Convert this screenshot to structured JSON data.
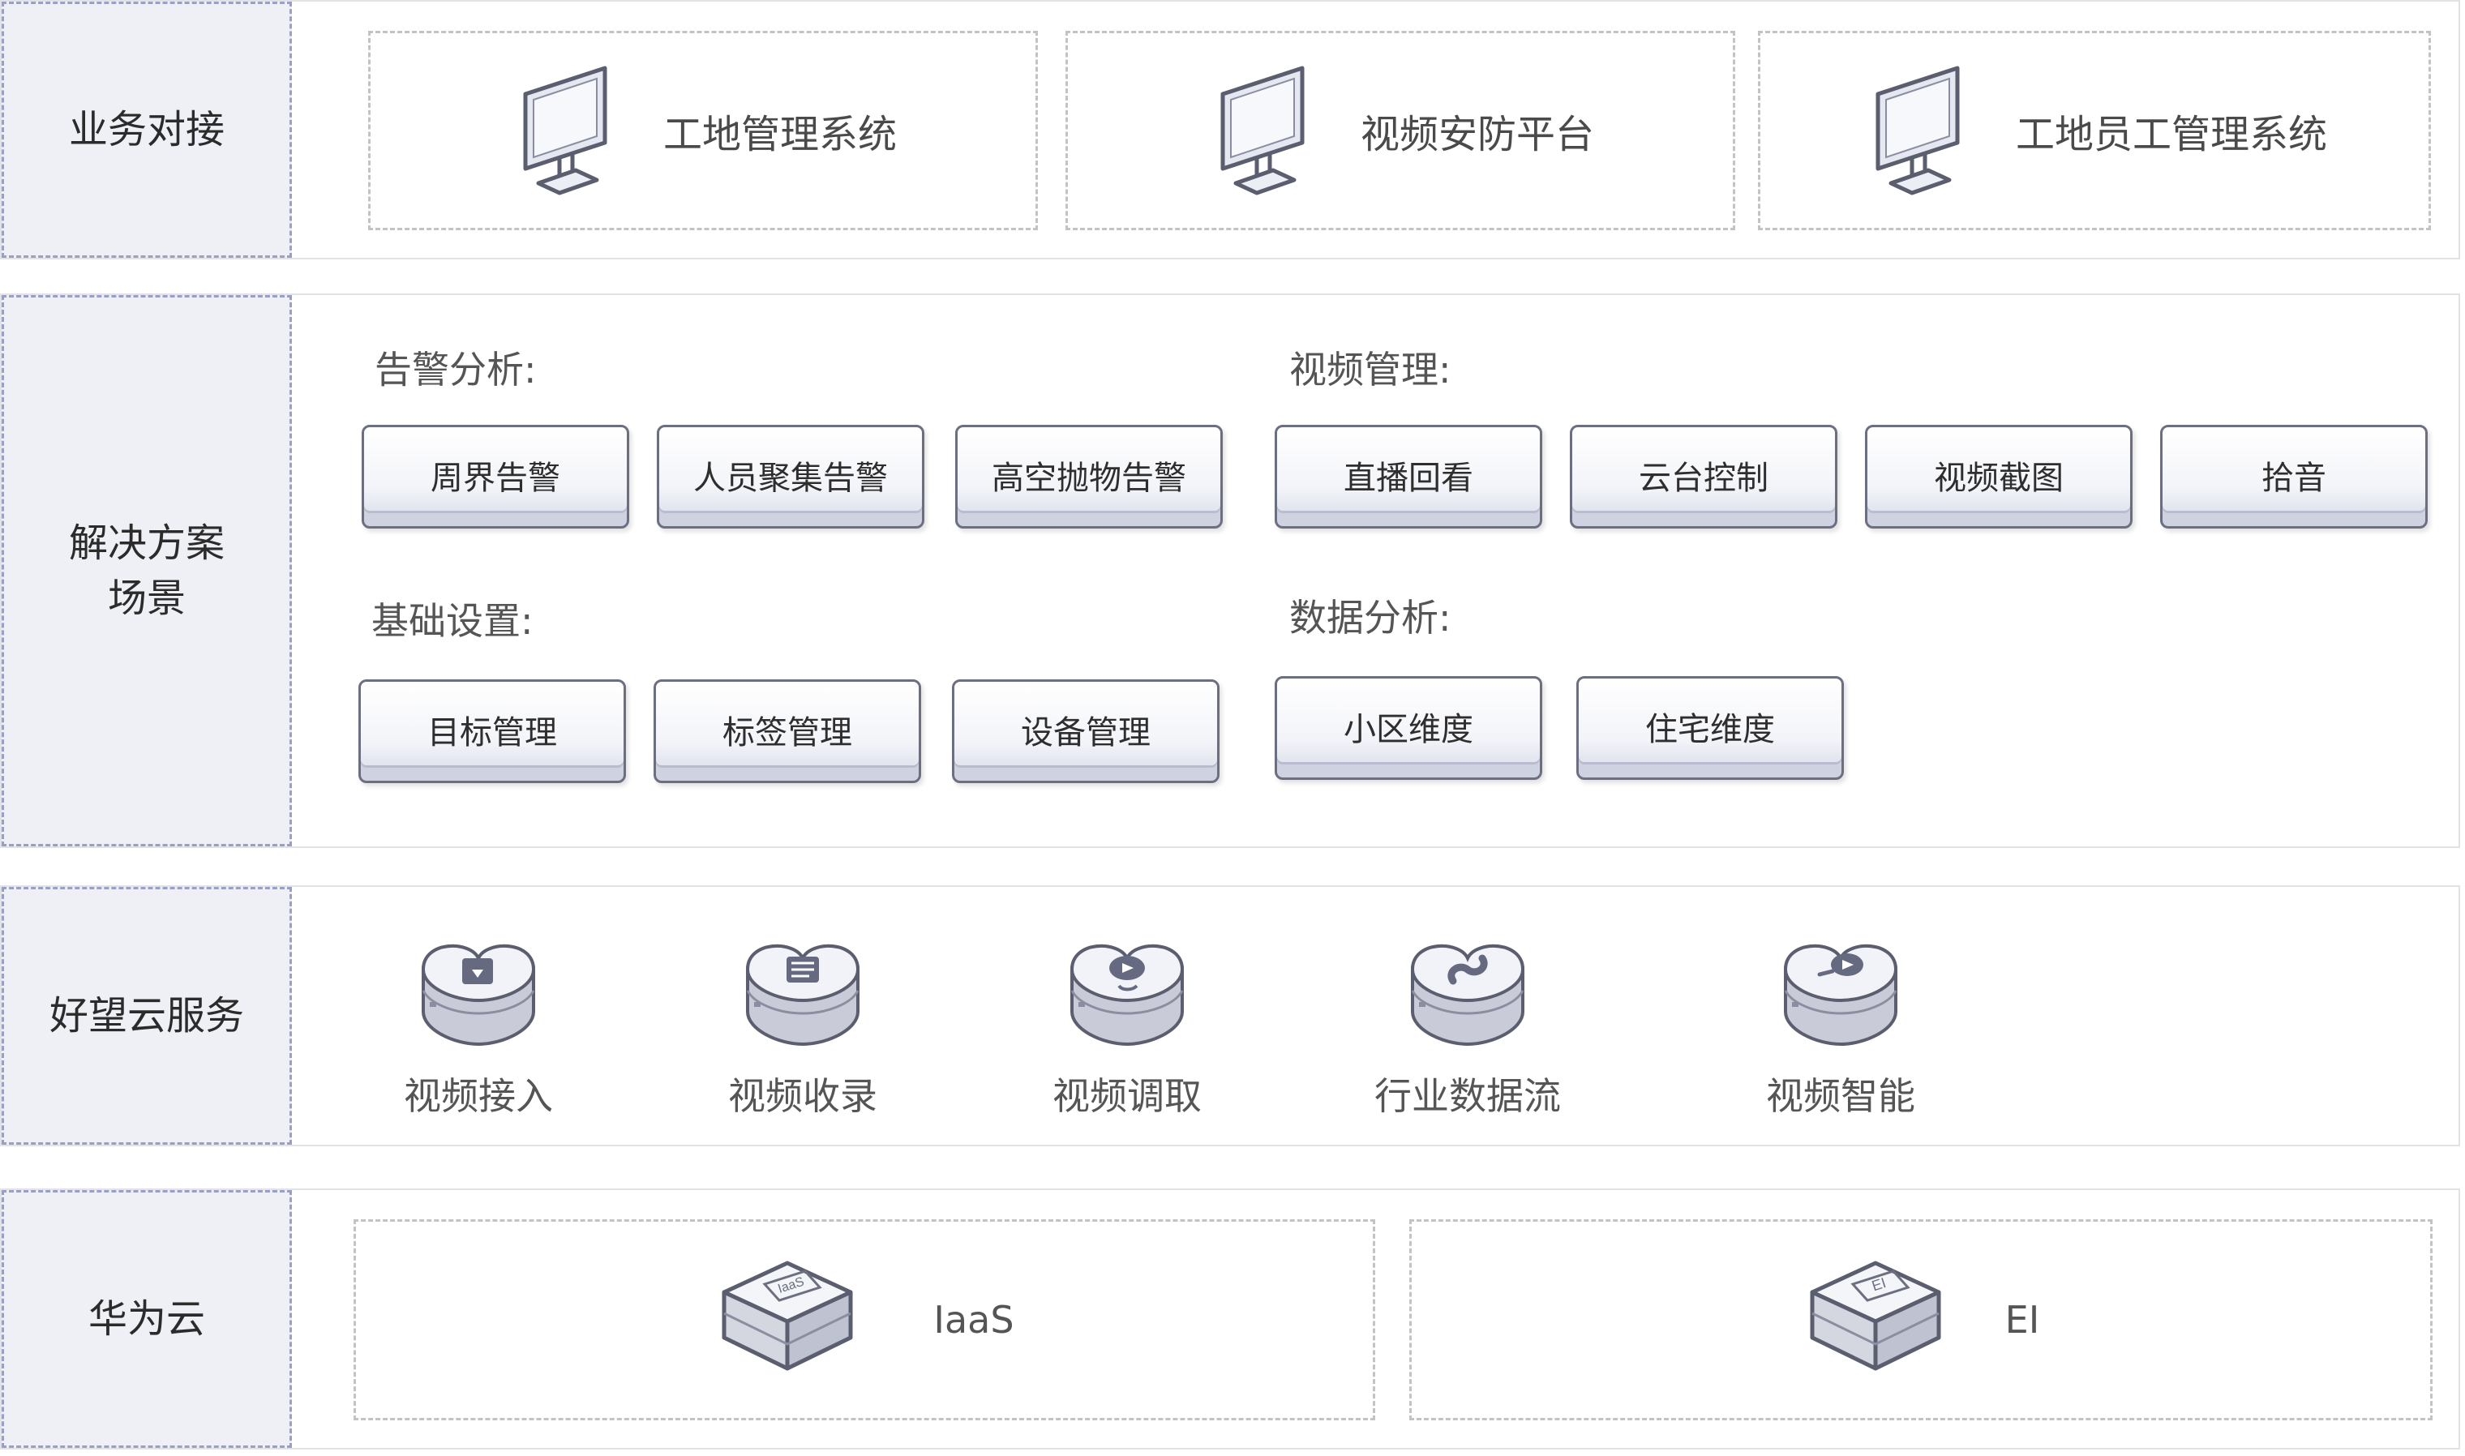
{
  "rows": {
    "business": {
      "label": "业务对接",
      "systems": [
        "工地管理系统",
        "视频安防平台",
        "工地员工管理系统"
      ]
    },
    "solutions": {
      "label": "解决方案场景",
      "label_lines": [
        "解决方案",
        "场景"
      ],
      "groups": [
        {
          "title": "告警分析:",
          "items": [
            "周界告警",
            "人员聚集告警",
            "高空抛物告警"
          ]
        },
        {
          "title": "视频管理:",
          "items": [
            "直播回看",
            "云台控制",
            "视频截图",
            "拾音"
          ]
        },
        {
          "title": "基础设置:",
          "items": [
            "目标管理",
            "标签管理",
            "设备管理"
          ]
        },
        {
          "title": "数据分析:",
          "items": [
            "小区维度",
            "住宅维度"
          ]
        }
      ]
    },
    "services": {
      "label": "好望云服务",
      "items": [
        {
          "label": "视频接入",
          "icon": "video-access-icon"
        },
        {
          "label": "视频收录",
          "icon": "video-record-icon"
        },
        {
          "label": "视频调取",
          "icon": "video-retrieve-icon"
        },
        {
          "label": "行业数据流",
          "icon": "data-flow-icon"
        },
        {
          "label": "视频智能",
          "icon": "video-ai-icon"
        }
      ]
    },
    "huawei": {
      "label": "华为云",
      "items": [
        {
          "label": "IaaS",
          "icon_text": "IaaS"
        },
        {
          "label": "EI",
          "icon_text": "EI"
        }
      ]
    }
  },
  "colors": {
    "label_bg": "#eff0f6",
    "label_border": "#9a9fc4",
    "accent": "#6b6f80"
  }
}
